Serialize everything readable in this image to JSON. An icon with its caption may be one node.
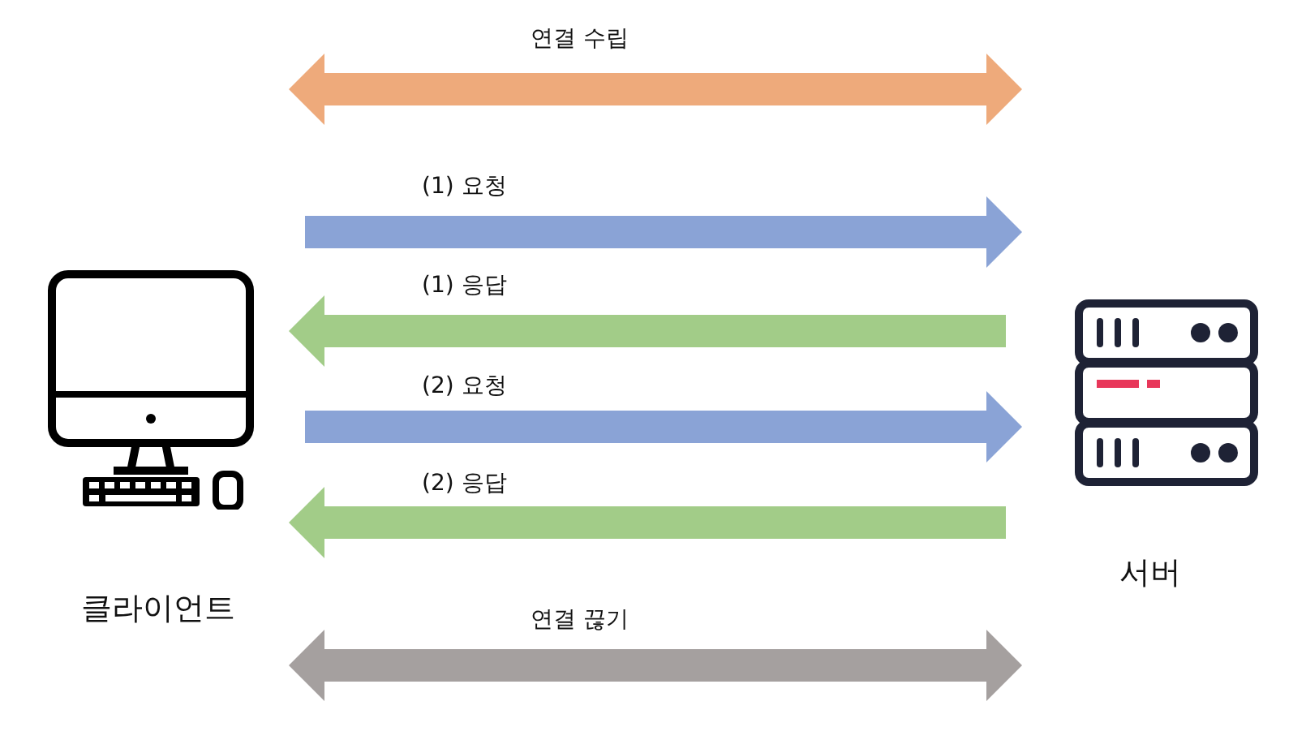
{
  "diagram": {
    "nodes": [
      {
        "text": [
          "클라이언트"
        ]
      },
      {
        "text": [
          "서버"
        ]
      }
    ],
    "edges": [
      {
        "from": 0,
        "to": 1,
        "arrow": "both",
        "label": "연결 수립",
        "color": "#eeaa7b"
      },
      {
        "from": 0,
        "to": 1,
        "arrow": "to",
        "label": "(1) 요청",
        "color": "#8aa3d6"
      },
      {
        "from": 1,
        "to": 0,
        "arrow": "to",
        "label": "(1) 응답",
        "color": "#a2cc88"
      },
      {
        "from": 0,
        "to": 1,
        "arrow": "to",
        "label": "(2) 요청",
        "color": "#8aa3d6"
      },
      {
        "from": 1,
        "to": 0,
        "arrow": "to",
        "label": "(2) 응답",
        "color": "#a2cc88"
      },
      {
        "from": 0,
        "to": 1,
        "arrow": "both",
        "label": "연결 끊기",
        "color": "#a5a09f"
      }
    ]
  }
}
